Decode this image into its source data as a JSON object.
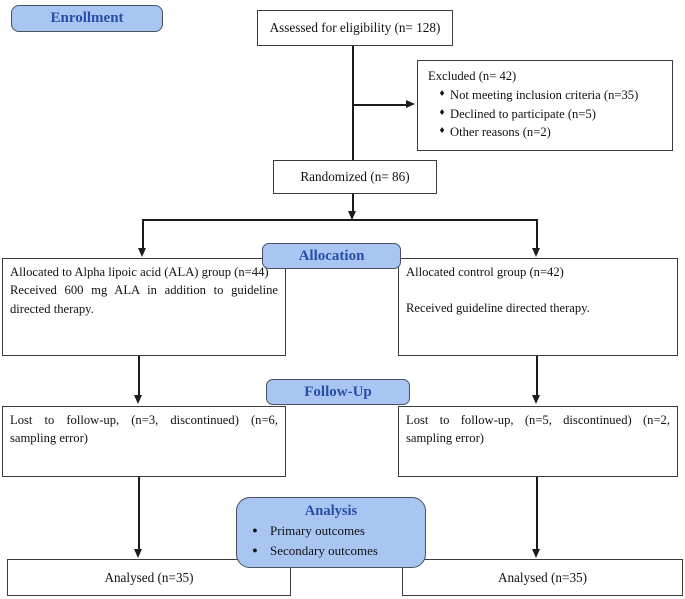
{
  "stage_labels": {
    "enrollment": "Enrollment",
    "allocation": "Allocation",
    "followup": "Follow-Up",
    "analysis": "Analysis"
  },
  "analysis": {
    "bullet_glyph": "●",
    "bullets": [
      "Primary outcomes",
      "Secondary outcomes"
    ]
  },
  "boxes": {
    "assessed": "Assessed for eligibility (n= 128)",
    "excluded": {
      "title": "Excluded (n= 42)",
      "bullet_glyph": "♦",
      "bullets": [
        "Not meeting inclusion criteria (n=35)",
        "Declined to participate (n=5)",
        "Other reasons (n=2)"
      ]
    },
    "randomized": "Randomized (n= 86)",
    "allocation_left": {
      "line1": "Allocated to Alpha lipoic acid (ALA) group (n=44)",
      "line2": "Received 600 mg ALA in addition to guideline directed therapy."
    },
    "allocation_right": {
      "line1": "Allocated control group (n=42)",
      "line2": "Received guideline directed therapy."
    },
    "followup_left": "Lost to follow-up, (n=3, discontinued) (n=6, sampling error)",
    "followup_right": "Lost to follow-up, (n=5, discontinued) (n=2, sampling error)",
    "analysed_left": "Analysed (n=35)",
    "analysed_right": "Analysed (n=35)"
  },
  "colors": {
    "label_fill": "#a9c6f3",
    "label_text": "#2a4da6",
    "box_border": "#3b3b3b",
    "line": "#1c1c1c"
  }
}
